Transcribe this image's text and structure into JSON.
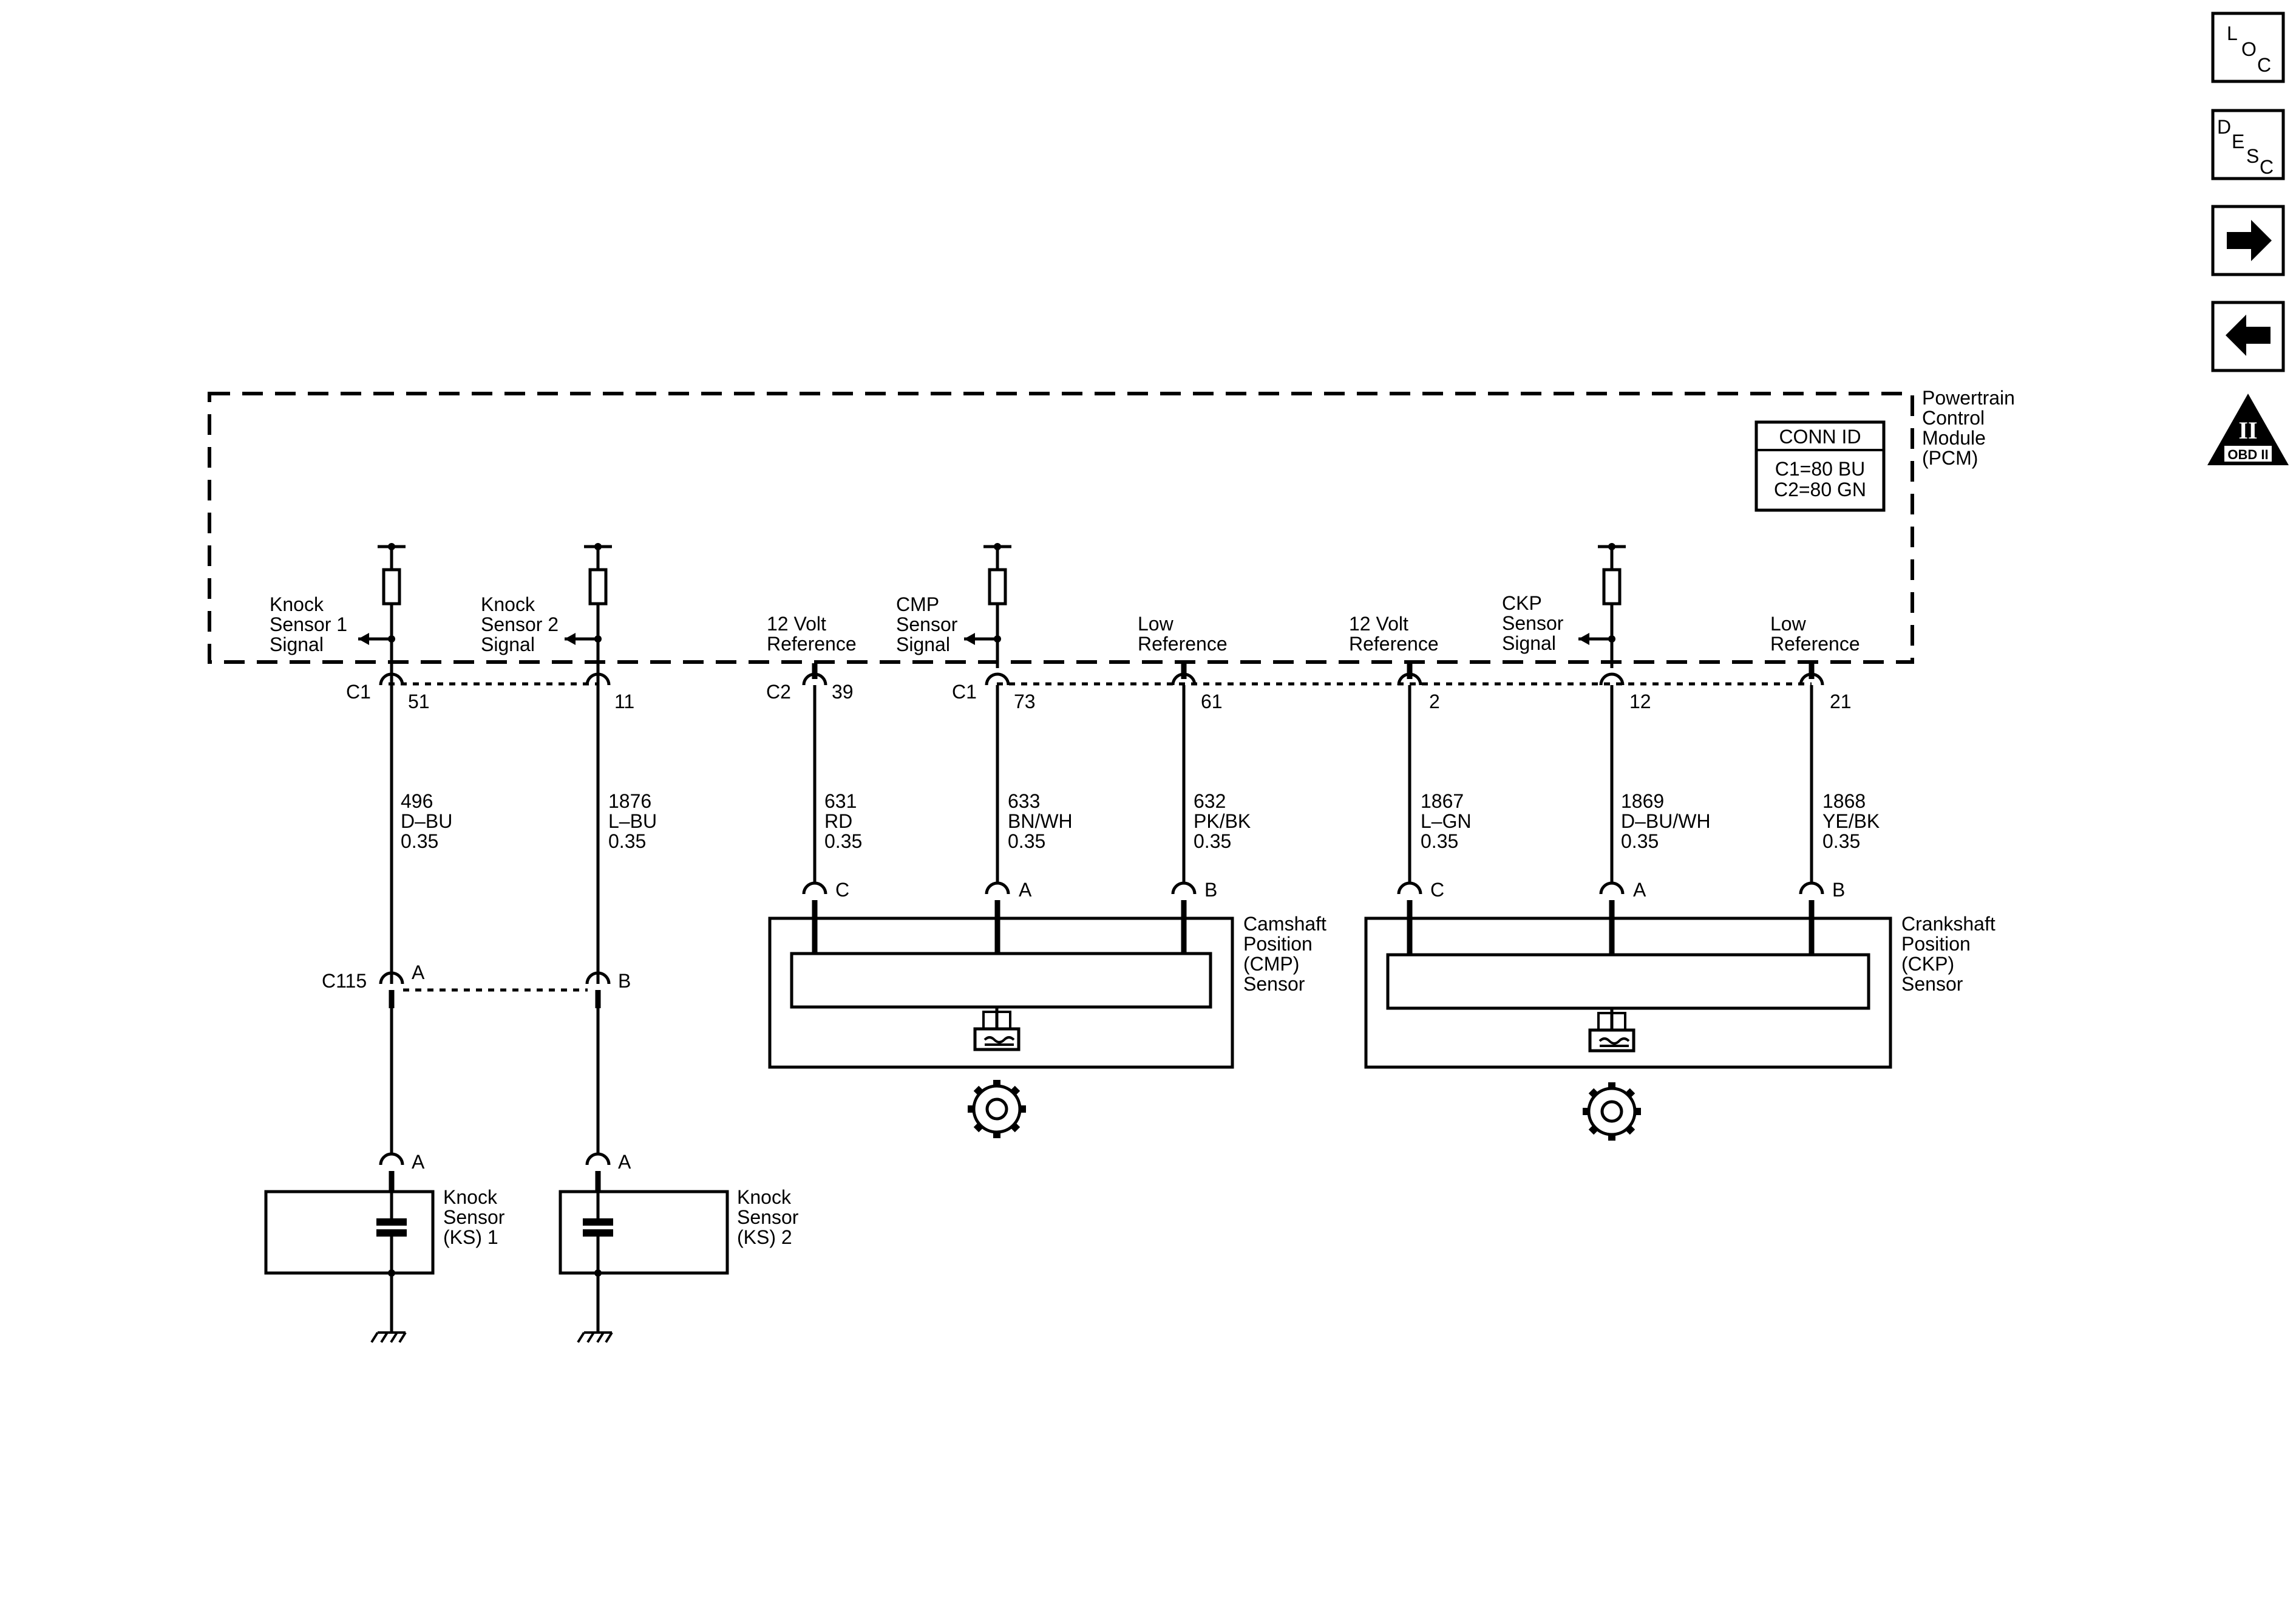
{
  "pcm": {
    "name_lines": [
      "Powertrain",
      "Control",
      "Module",
      "(PCM)"
    ],
    "conn_id": {
      "title": "CONN ID",
      "lines": [
        "C1=80 BU",
        "C2=80 GN"
      ]
    }
  },
  "nav": {
    "loc": [
      "L",
      "O",
      "C"
    ],
    "desc": [
      "D",
      "E",
      "S",
      "C"
    ],
    "obd": {
      "big": "II",
      "small": "OBD II"
    }
  },
  "circuits": [
    {
      "label_lines": [
        "Knock",
        "Sensor 1",
        "Signal"
      ],
      "connector": "C1",
      "pin": "51",
      "wire": [
        "496",
        "D–BU",
        "0.35"
      ],
      "inline_connector": "C115",
      "inline_pin": "A",
      "device_pin": "A"
    },
    {
      "label_lines": [
        "Knock",
        "Sensor 2",
        "Signal"
      ],
      "connector": "",
      "pin": "11",
      "wire": [
        "1876",
        "L–BU",
        "0.35"
      ],
      "inline_connector": "",
      "inline_pin": "B",
      "device_pin": "A"
    },
    {
      "label_lines": [
        "12 Volt",
        "Reference"
      ],
      "connector": "C2",
      "pin": "39",
      "wire": [
        "631",
        "RD",
        "0.35"
      ],
      "device_pin": "C"
    },
    {
      "label_lines": [
        "CMP",
        "Sensor",
        "Signal"
      ],
      "connector": "C1",
      "pin": "73",
      "wire": [
        "633",
        "BN/WH",
        "0.35"
      ],
      "device_pin": "A"
    },
    {
      "label_lines": [
        "Low",
        "Reference"
      ],
      "connector": "",
      "pin": "61",
      "wire": [
        "632",
        "PK/BK",
        "0.35"
      ],
      "device_pin": "B"
    },
    {
      "label_lines": [
        "12 Volt",
        "Reference"
      ],
      "connector": "",
      "pin": "2",
      "wire": [
        "1867",
        "L–GN",
        "0.35"
      ],
      "device_pin": "C"
    },
    {
      "label_lines": [
        "CKP",
        "Sensor",
        "Signal"
      ],
      "connector": "",
      "pin": "12",
      "wire": [
        "1869",
        "D–BU/WH",
        "0.35"
      ],
      "device_pin": "A"
    },
    {
      "label_lines": [
        "Low",
        "Reference"
      ],
      "connector": "",
      "pin": "21",
      "wire": [
        "1868",
        "YE/BK",
        "0.35"
      ],
      "device_pin": "B"
    }
  ],
  "components": {
    "ks1": [
      "Knock",
      "Sensor",
      "(KS) 1"
    ],
    "ks2": [
      "Knock",
      "Sensor",
      "(KS) 2"
    ],
    "cmp": [
      "Camshaft",
      "Position",
      "(CMP)",
      "Sensor"
    ],
    "ckp": [
      "Crankshaft",
      "Position",
      "(CKP)",
      "Sensor"
    ]
  }
}
